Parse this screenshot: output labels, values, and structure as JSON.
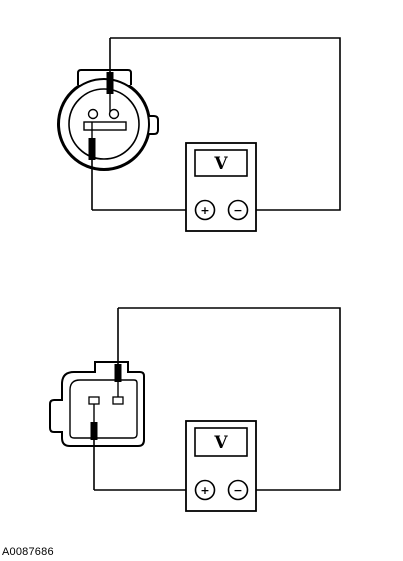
{
  "figure_id": "A0087686",
  "meter_unit_symbol": "V",
  "positive_terminal_symbol": "+",
  "negative_terminal_symbol": "−",
  "panels": [
    {
      "connector_shape": "round-flanged",
      "pin_count": 2,
      "meter": "voltmeter"
    },
    {
      "connector_shape": "rectangular",
      "pin_count": 2,
      "meter": "voltmeter"
    }
  ]
}
